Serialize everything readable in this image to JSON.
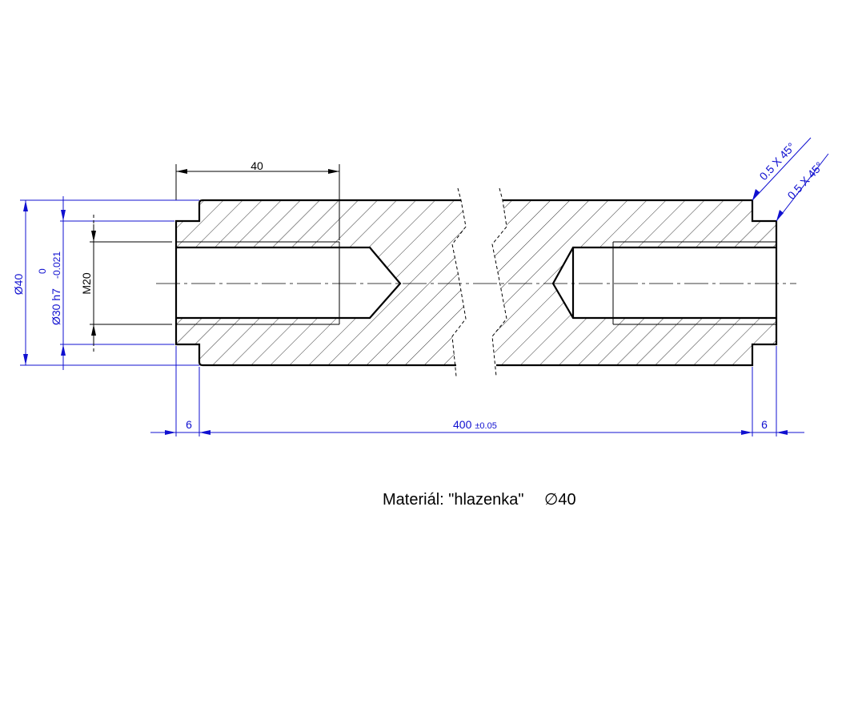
{
  "drawing": {
    "dims": {
      "thread_length": "40",
      "outer_diameter": "Ø40",
      "shaft_diameter": "Ø30 h7",
      "shaft_tol_upper": "0",
      "shaft_tol_lower": "-0.021",
      "thread": "M20",
      "left_collar": "6",
      "length": "400",
      "length_tol": "±0.05",
      "right_collar": "6",
      "chamfer_1": "0.5  X 45°",
      "chamfer_2": "0.5  X 45°"
    },
    "material_label": "Materiál: \"hlazenka\"",
    "material_size": "∅40",
    "colors": {
      "dimension": "#1010d0",
      "outline": "#000000"
    }
  }
}
